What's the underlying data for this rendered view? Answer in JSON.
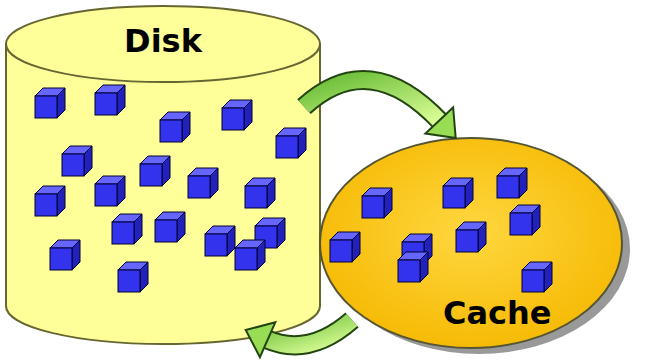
{
  "diagram": {
    "nodes": [
      {
        "text": [
          "Disk"
        ]
      },
      {
        "text": [
          "Cache"
        ]
      }
    ],
    "edges": [
      {
        "from": 0,
        "to": 1,
        "arrow": "to"
      },
      {
        "from": 1,
        "to": 0,
        "arrow": "to"
      }
    ]
  }
}
